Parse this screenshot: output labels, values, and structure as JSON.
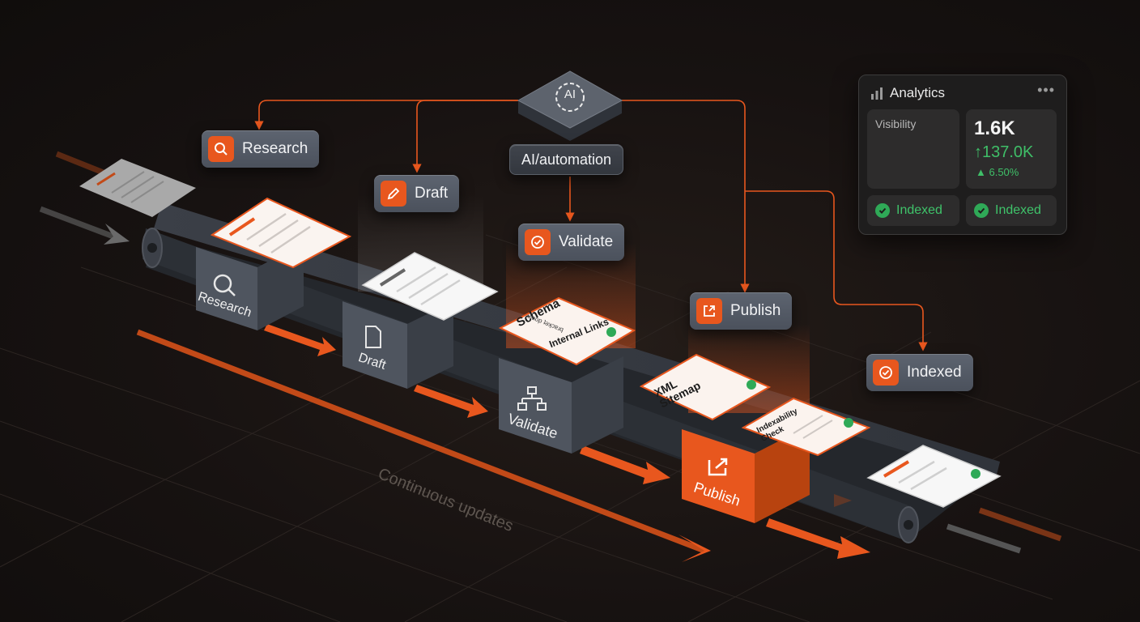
{
  "top_labels": {
    "research": "Research",
    "draft": "Draft",
    "validate": "Validate",
    "publish": "Publish",
    "indexed": "Indexed",
    "ai_hub": "AI",
    "automation": "AI/automation"
  },
  "stations": {
    "research": "Research",
    "draft": "Draft",
    "validate": "Validate",
    "publish": "Publish"
  },
  "cards": {
    "schema_title": "Schema",
    "schema_sub1": "Internal Links",
    "schema_sub2": "uʍop ʇǝʞɔɐɹq",
    "sitemap_title": "XML Sitemap",
    "indexability": "Indexability Check"
  },
  "floor_text": "Continuous updates",
  "analytics": {
    "title": "Analytics",
    "menu": "•••",
    "visibility_label": "Visibility",
    "big_value": "1.6K",
    "up_value": "137.0K",
    "pct_value": "6.50%",
    "indexed_1": "Indexed",
    "indexed_2": "Indexed"
  },
  "colors": {
    "accent": "#e8571e",
    "success": "#3fbf68",
    "label_bg": "#555b66",
    "belt": "#3a3e45"
  },
  "icons": [
    "search-icon",
    "pencil-icon",
    "check-circle-icon",
    "external-link-icon",
    "gear-ai-icon",
    "flowchart-icon",
    "document-icon",
    "bar-chart-icon"
  ]
}
